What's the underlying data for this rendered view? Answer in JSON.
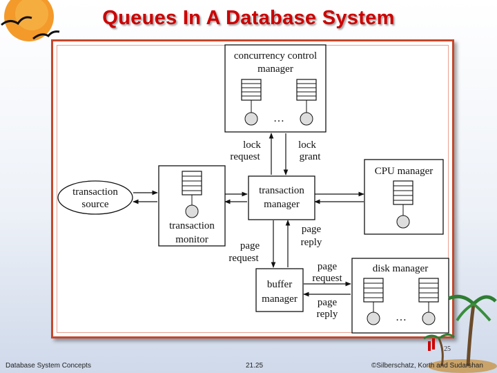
{
  "slide": {
    "title": "Queues In A Database System",
    "page_number": "25"
  },
  "diagram": {
    "concurrency_manager": {
      "line1": "concurrency control",
      "line2": "manager",
      "ellipsis": "…"
    },
    "lock_request": {
      "line1": "lock",
      "line2": "request"
    },
    "lock_grant": {
      "line1": "lock",
      "line2": "grant"
    },
    "transaction_source": {
      "line1": "transaction",
      "line2": "source"
    },
    "transaction_monitor": {
      "line1": "transaction",
      "line2": "monitor"
    },
    "transaction_manager": {
      "line1": "transaction",
      "line2": "manager"
    },
    "cpu_manager": {
      "label": "CPU manager"
    },
    "page_reply_top": {
      "line1": "page",
      "line2": "reply"
    },
    "page_request_left": {
      "line1": "page",
      "line2": "request"
    },
    "buffer_manager": {
      "line1": "buffer",
      "line2": "manager"
    },
    "disk_manager": {
      "label": "disk manager",
      "ellipsis": "…"
    },
    "page_request_right": {
      "line1": "page",
      "line2": "request"
    },
    "page_reply_right": {
      "line1": "page",
      "line2": "reply"
    }
  },
  "footer": {
    "left": "Database System Concepts",
    "center": "21.25",
    "right": "©Silberschatz, Korth and Sudarshan"
  },
  "icons": [
    "seagull-logo-icon",
    "palm-tree-icon"
  ]
}
